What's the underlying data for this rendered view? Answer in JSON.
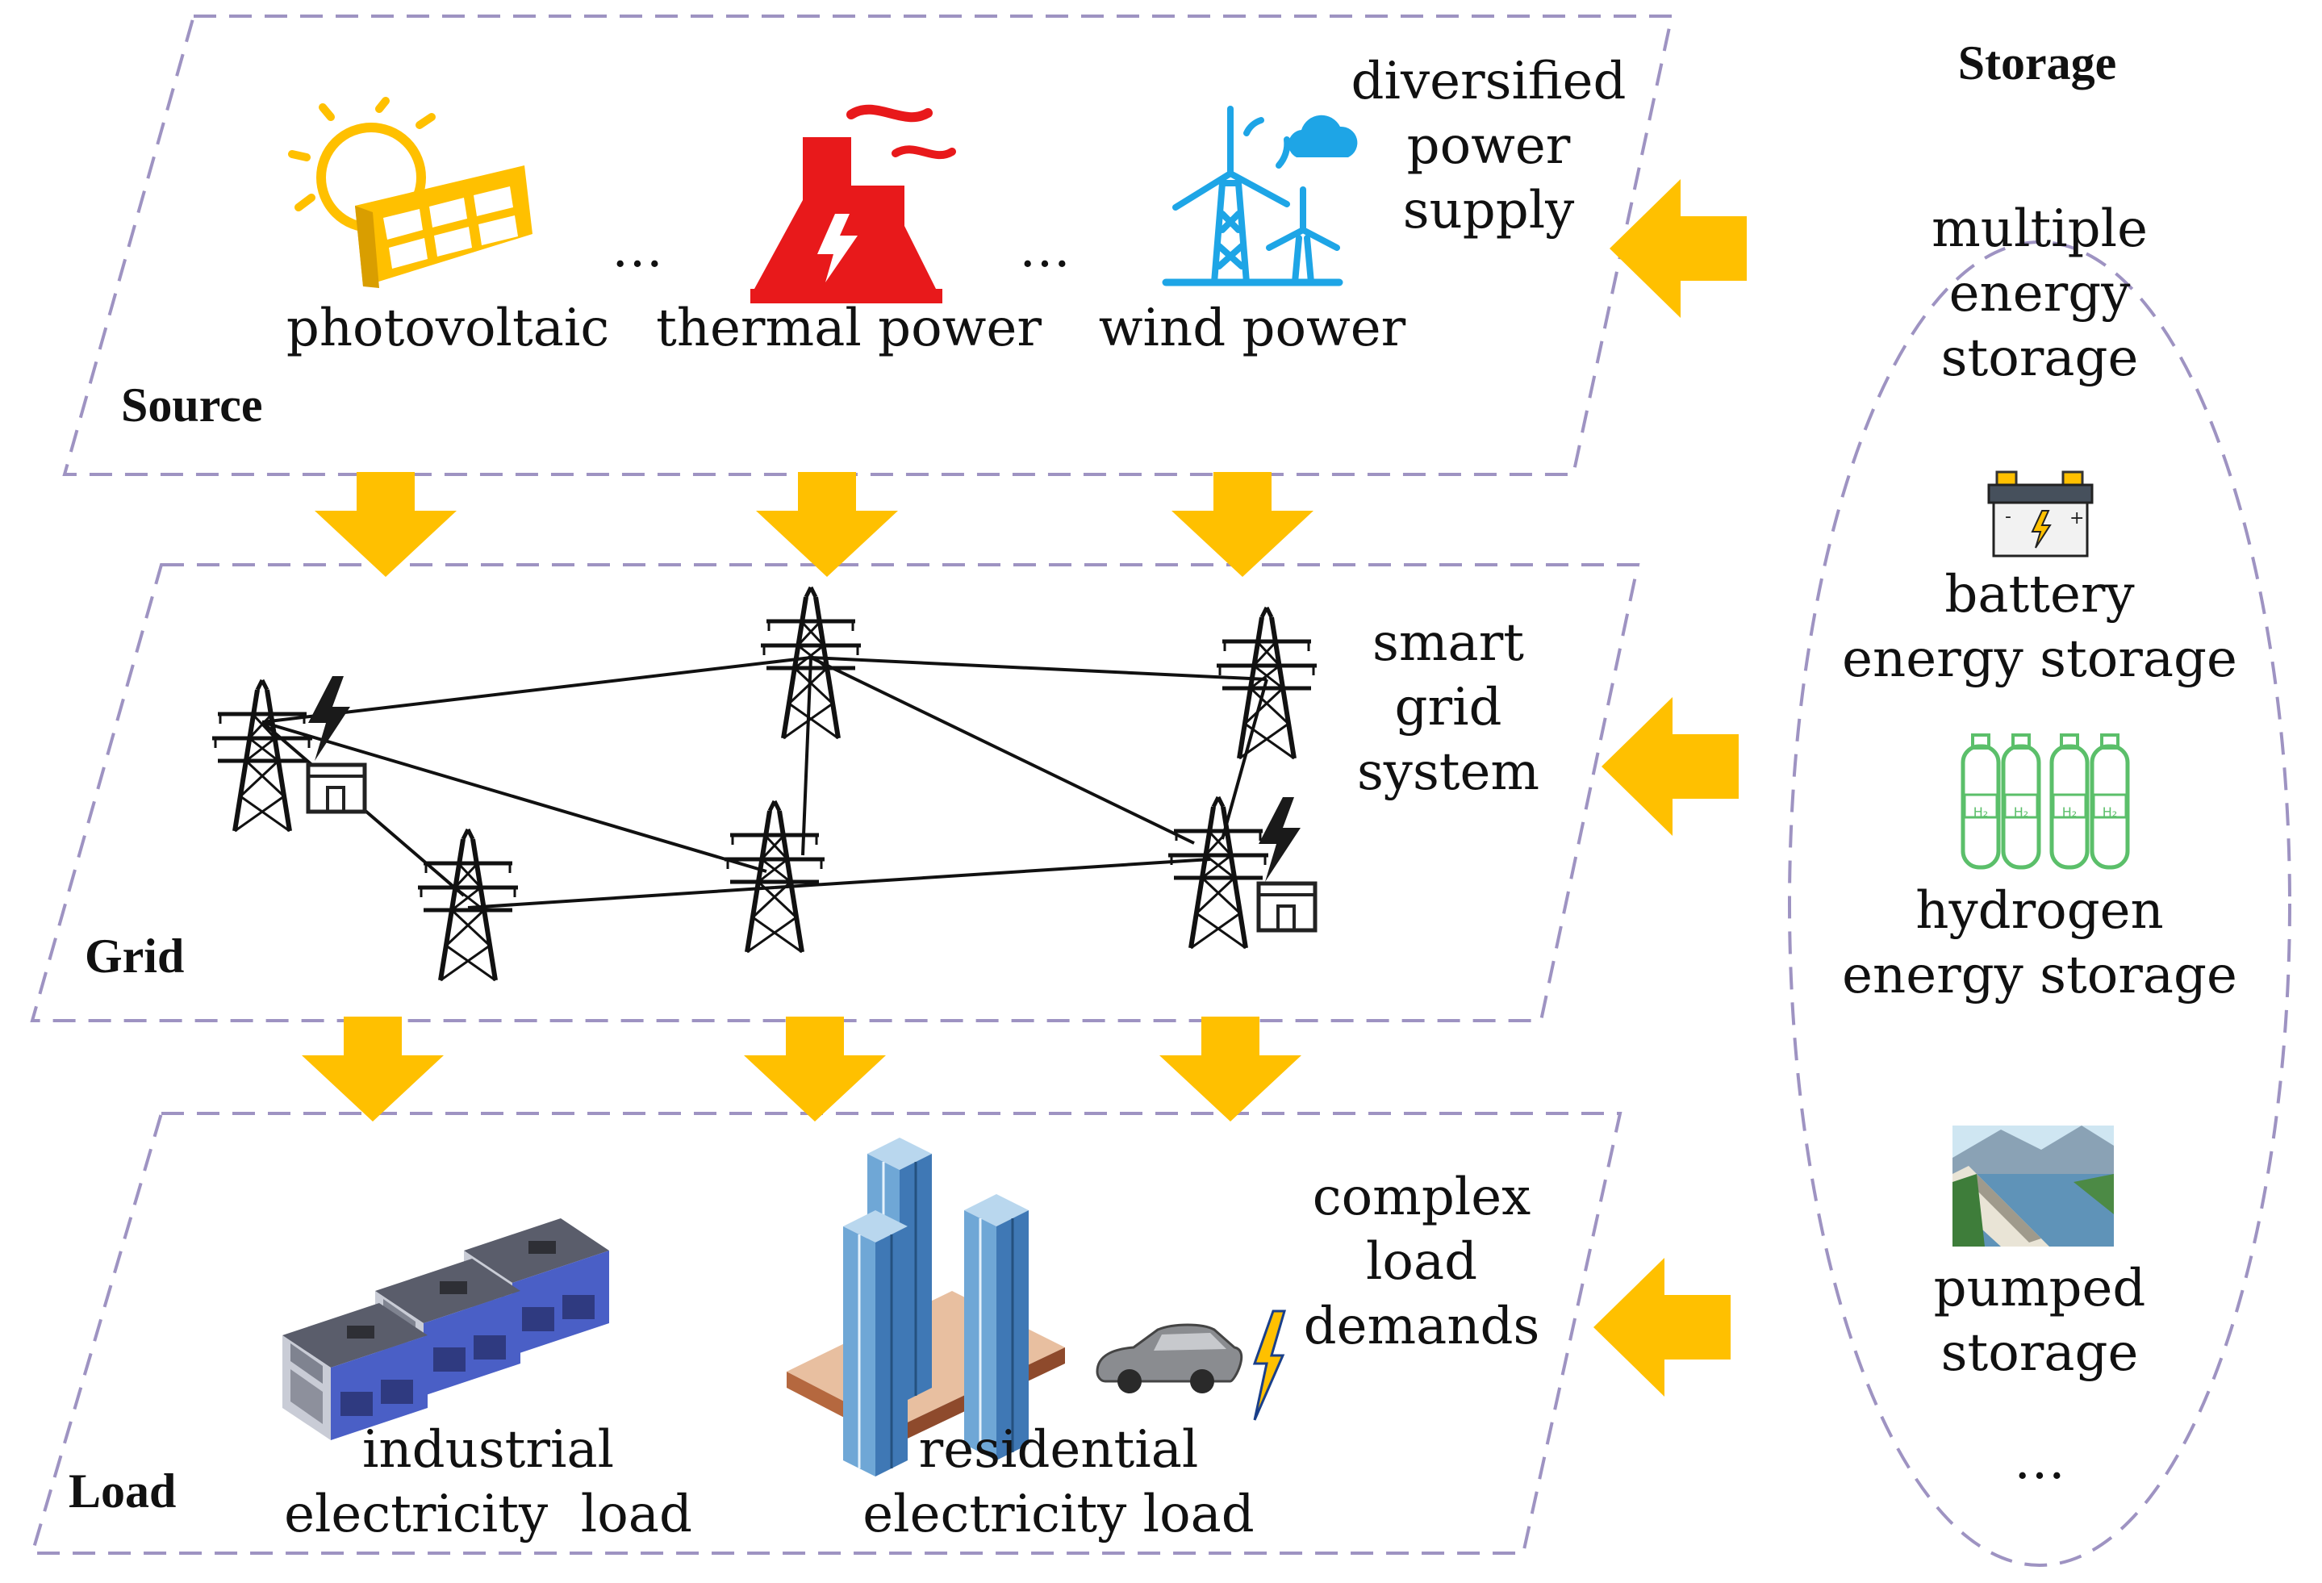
{
  "colors": {
    "arrow": "#FFC000",
    "dash": "#9E93C2",
    "thermal": "#E8191B",
    "wind": "#1EA5E6",
    "solar": "#FFC000",
    "hydrogen": "#5BBF6A"
  },
  "source": {
    "title": "Source",
    "items": [
      {
        "label": "photovoltaic",
        "icon": "solar-panel-icon"
      },
      {
        "label": "thermal power",
        "icon": "power-plant-icon"
      },
      {
        "label": "wind power",
        "icon": "wind-turbine-icon"
      }
    ],
    "ellipsis": "…",
    "desc": [
      "diversified",
      "power",
      "supply"
    ]
  },
  "grid": {
    "title": "Grid",
    "desc": [
      "smart",
      "grid",
      "system"
    ]
  },
  "load": {
    "title": "Load",
    "industrial": [
      "industrial",
      "electricity  load"
    ],
    "residential": [
      "residential",
      "electricity load"
    ],
    "desc": [
      "complex",
      "load",
      "demands"
    ]
  },
  "storage": {
    "title": "Storage",
    "intro": [
      "multiple",
      "energy",
      "storage"
    ],
    "battery": [
      "battery",
      "energy storage"
    ],
    "hydrogen": [
      "hydrogen",
      "energy storage"
    ],
    "hydrogen_tag": "H₂",
    "pumped": [
      "pumped",
      "storage"
    ],
    "ellipsis": "…"
  }
}
